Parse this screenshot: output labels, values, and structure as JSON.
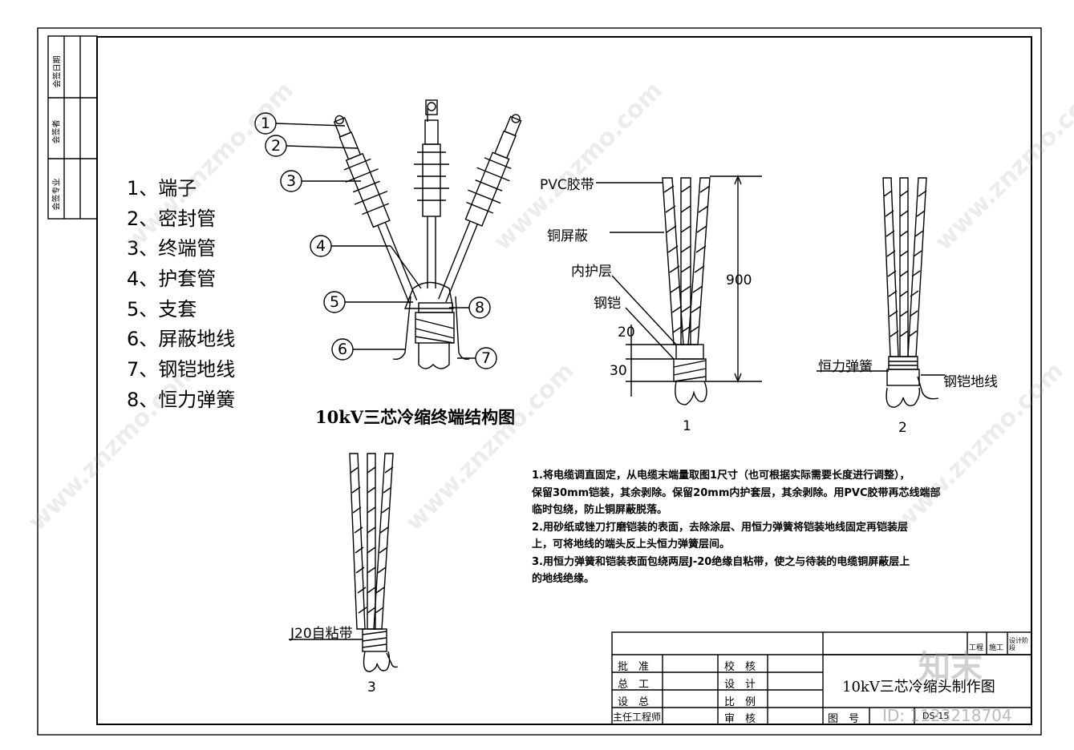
{
  "legend": [
    "1、端子",
    "2、密封管",
    "3、终端管",
    "4、护套管",
    "5、支套",
    "6、屏蔽地线",
    "7、钢铠地线",
    "8、恒力弹簧"
  ],
  "callouts": [
    "1",
    "2",
    "3",
    "4",
    "5",
    "6",
    "7",
    "8"
  ],
  "structure_title": "10kV三芯冷缩终端结构图",
  "fig1": {
    "pvc": "PVC胶带",
    "copper": "铜屏蔽",
    "inner": "内护层",
    "armor": "钢铠",
    "dim_total": "900",
    "dim_20": "20",
    "dim_30": "30",
    "caption": "1"
  },
  "fig2": {
    "spring": "恒力弹簧",
    "armor_ground": "钢铠地线",
    "caption": "2"
  },
  "fig3": {
    "tape": "J20自粘带",
    "caption": "3"
  },
  "notes": [
    "1.将电缆调直固定，从电缆末端量取图1尺寸（也可根据实际需要长度进行调整），",
    "保留30mm铠装，其余剥除。保留20mm内护套层，其余剥除。用PVC胶带再芯线端部",
    "临时包绕，防止铜屏蔽脱落。",
    "2.用砂纸或锉刀打磨铠装的表面，去除涂层、用恒力弹簧将铠装地线固定再铠装层",
    "上，可将地线的端头反上头恒力弹簧层间。",
    "3.用恒力弹簧和铠装表面包绕两层J-20绝缘自粘带，使之与待装的电缆铜屏蔽层上",
    "的地线绝缘。"
  ],
  "title_block": {
    "approve": "批　准",
    "chief": "总　工",
    "design_lead": "设　总",
    "chief_engineer": "主任工程师",
    "check": "校　核",
    "design": "设　计",
    "scale": "比　例",
    "review": "审　核",
    "drawing_title": "10kV三芯冷缩头制作图",
    "project": "工程",
    "stage_a": "施工",
    "stage_b": "设计阶段",
    "drawing_no_label": "图　号",
    "drawing_no": "DS-15"
  },
  "side_labels": [
    "会签专业",
    "会签者",
    "会签日期"
  ],
  "watermark": {
    "brand": "知末",
    "id": "ID: 1123218704",
    "site": "www.znzmo.com"
  }
}
